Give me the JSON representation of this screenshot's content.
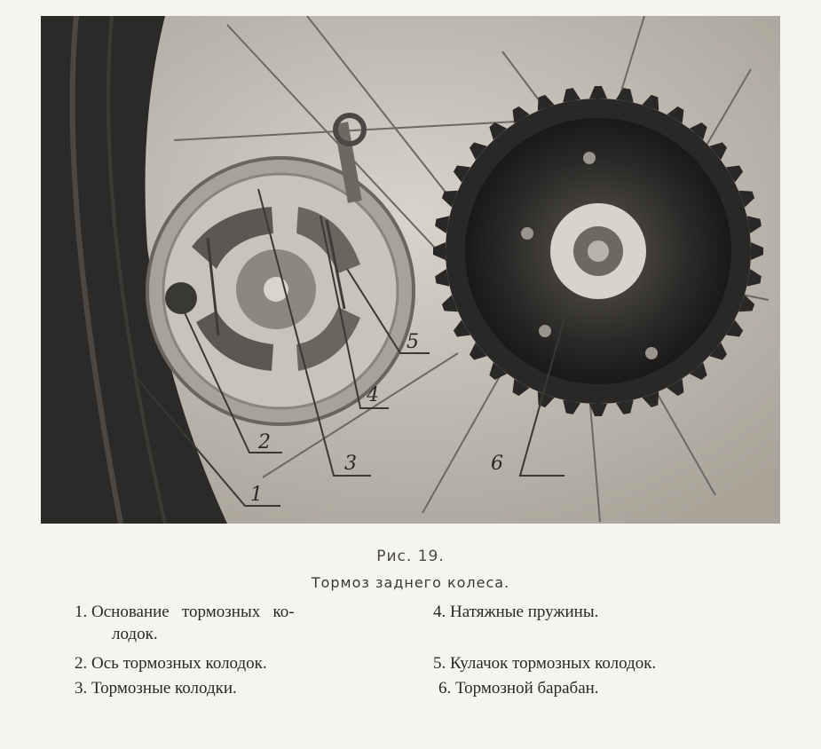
{
  "figure": {
    "number": "Рис. 19.",
    "title": "Тормоз заднего колеса.",
    "callouts": [
      "1",
      "2",
      "3",
      "4",
      "5",
      "6"
    ]
  },
  "legend": [
    {
      "num": "1.",
      "text_line1": "Основание   тормозных   ко-",
      "text_line2": "лодок."
    },
    {
      "num": "2.",
      "text_line1": "Ось тормозных колодок."
    },
    {
      "num": "3.",
      "text_line1": "Тормозные колодки."
    },
    {
      "num": "4.",
      "text_line1": "Натяжные пружины."
    },
    {
      "num": "5.",
      "text_line1": "Кулачок тормозных колодок."
    },
    {
      "num": "6.",
      "text_line1": "Тормозной барабан."
    }
  ]
}
